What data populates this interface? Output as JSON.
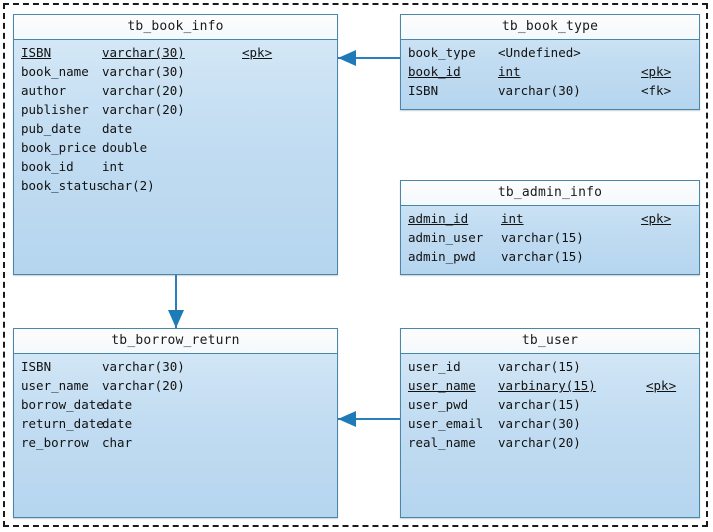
{
  "diagram": {
    "type": "entity-relationship-diagram",
    "background_color": "#ffffff",
    "entity_border_color": "#4a86a8",
    "entity_fill_color": "#c3ddf2",
    "connector_color": "#1f7ab8",
    "page_border_color": "#1a1a1a"
  },
  "entities": [
    {
      "id": "tb_book_info",
      "title": "tb_book_info",
      "attributes": [
        {
          "name": "ISBN",
          "type": "varchar(30)",
          "key": "<pk>",
          "underline": true
        },
        {
          "name": "book_name",
          "type": "varchar(30)",
          "key": "",
          "underline": false
        },
        {
          "name": "author",
          "type": "varchar(20)",
          "key": "",
          "underline": false
        },
        {
          "name": "publisher",
          "type": "varchar(20)",
          "key": "",
          "underline": false
        },
        {
          "name": "pub_date",
          "type": "date",
          "key": "",
          "underline": false
        },
        {
          "name": "book_price",
          "type": "double",
          "key": "",
          "underline": false
        },
        {
          "name": "book_id",
          "type": "int",
          "key": "",
          "underline": false
        },
        {
          "name": "book_status",
          "type": "char(2)",
          "key": "",
          "underline": false
        }
      ]
    },
    {
      "id": "tb_book_type",
      "title": "tb_book_type",
      "attributes": [
        {
          "name": "book_type",
          "type": "<Undefined>",
          "key": "",
          "underline": false
        },
        {
          "name": "book_id",
          "type": "int",
          "key": "<pk>",
          "underline": true
        },
        {
          "name": "ISBN",
          "type": "varchar(30)",
          "key": "<fk>",
          "underline": false
        }
      ]
    },
    {
      "id": "tb_admin_info",
      "title": "tb_admin_info",
      "attributes": [
        {
          "name": "admin_id",
          "type": "int",
          "key": "<pk>",
          "underline": true
        },
        {
          "name": "admin_user",
          "type": "varchar(15)",
          "key": "",
          "underline": false
        },
        {
          "name": "admin_pwd",
          "type": "varchar(15)",
          "key": "",
          "underline": false
        }
      ]
    },
    {
      "id": "tb_borrow_return",
      "title": "tb_borrow_return",
      "attributes": [
        {
          "name": "ISBN",
          "type": "varchar(30)",
          "key": "",
          "underline": false
        },
        {
          "name": "user_name",
          "type": "varchar(20)",
          "key": "",
          "underline": false
        },
        {
          "name": "borrow_date",
          "type": "date",
          "key": "",
          "underline": false
        },
        {
          "name": "return_date",
          "type": "date",
          "key": "",
          "underline": false
        },
        {
          "name": "re_borrow",
          "type": "char",
          "key": "",
          "underline": false
        }
      ]
    },
    {
      "id": "tb_user",
      "title": "tb_user",
      "attributes": [
        {
          "name": "user_id",
          "type": "varchar(15)",
          "key": "",
          "underline": false
        },
        {
          "name": "user_name",
          "type": "varbinary(15)",
          "key": "<pk>",
          "underline": true
        },
        {
          "name": "user_pwd",
          "type": "varchar(15)",
          "key": "",
          "underline": false
        },
        {
          "name": "user_email",
          "type": "varchar(30)",
          "key": "",
          "underline": false
        },
        {
          "name": "real_name",
          "type": "varchar(20)",
          "key": "",
          "underline": false
        }
      ]
    }
  ],
  "relationships": [
    {
      "id": "rel-book-type-to-book-info",
      "from": "tb_book_type",
      "to": "tb_book_info",
      "direction": "left"
    },
    {
      "id": "rel-book-info-to-borrow",
      "from": "tb_book_info",
      "to": "tb_borrow_return",
      "direction": "down"
    },
    {
      "id": "rel-user-to-borrow",
      "from": "tb_user",
      "to": "tb_borrow_return",
      "direction": "left"
    }
  ]
}
